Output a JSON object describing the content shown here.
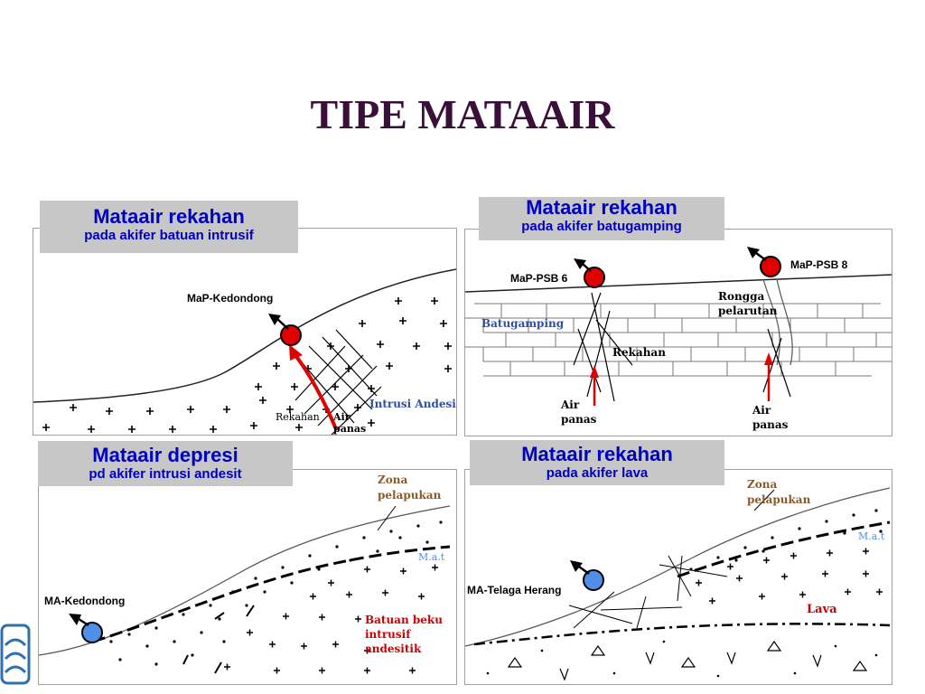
{
  "slide": {
    "title": "TIPE MATAAIR"
  },
  "panels": [
    {
      "caption": {
        "line1": "Mataair rekahan",
        "line2": "pada akifer batuan intrusif"
      },
      "labels": {
        "spring": "MaP-Kedondong",
        "rock": "Intrusi Andesit",
        "fracture": "Rekahan",
        "water": [
          "Air",
          "panas"
        ]
      }
    },
    {
      "caption": {
        "line1": "Mataair rekahan",
        "line2": "pada akifer batugamping"
      },
      "labels": {
        "spring1": "MaP-PSB 6",
        "spring2": "MaP-PSB 8",
        "rock": "Batugamping",
        "cavity": [
          "Rongga",
          "pelarutan"
        ],
        "fracture": "Rekahan",
        "water1": [
          "Air",
          "panas"
        ],
        "water2": [
          "Air",
          "panas"
        ]
      }
    },
    {
      "caption": {
        "line1": "Mataair depresi",
        "line2": "pd akifer intrusi andesit"
      },
      "labels": {
        "zone": [
          "Zona",
          "pelapukan"
        ],
        "water_table": "M.a.t",
        "spring": "MA-Kedondong",
        "rock": [
          "Batuan beku",
          "intrusif",
          "andesitik"
        ]
      }
    },
    {
      "caption": {
        "line1": "Mataair rekahan",
        "line2": "pada akifer lava"
      },
      "labels": {
        "zone": [
          "Zona",
          "pelapukan"
        ],
        "water_table": "M.a.t",
        "spring": "MA-Telaga Herang",
        "rock": "Lava"
      }
    }
  ],
  "colors": {
    "title": "#3a0f3a",
    "caption_text": "#0000c0",
    "caption_bg": "#c7c7c7",
    "spring_hot": "#e00000",
    "spring_cold": "#4f8fe8",
    "rock_label_blue": "#2f4f9f",
    "zone_label": "#8b5a2b",
    "lava_label": "#cc0000",
    "water_arrow": "#e00000"
  },
  "icons": {
    "spring_arrow": "flow-arrow-icon",
    "logo": "institution-logo-icon"
  }
}
